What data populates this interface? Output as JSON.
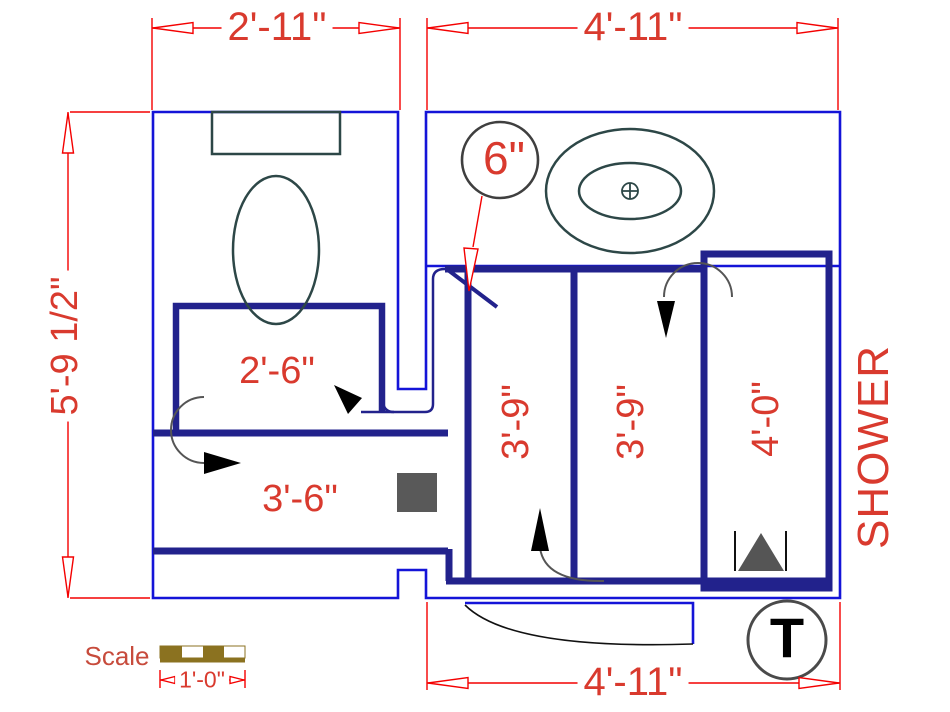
{
  "texts": {
    "dim_top_left": "2'-11\"",
    "dim_top_right": "4'-11\"",
    "dim_left": "5'-9 1/2\"",
    "dim_bottom": "4'-11\"",
    "dim_callout": "6\"",
    "dim_toilet_stall": "2'-6\"",
    "dim_hall": "3'-6\"",
    "dim_stall1": "3'-9\"",
    "dim_stall2": "3'-9\"",
    "dim_stall3": "4'-0\"",
    "label_shower": "SHOWER",
    "label_scale": "Scale",
    "dim_scale_bar": "1'-0\"",
    "label_t_symbol": "T"
  },
  "colors": {
    "outer_wall_blue": "#1414d8",
    "interior_wall_navy": "#22228c",
    "fixture_teal": "#2d4747",
    "dimension_line_red": "#f40000",
    "dimension_text_red": "#d93a2e",
    "annotation_gray": "#3f3f3f",
    "fill_dark_gray": "#595959",
    "scale_bar_brown": "#8b7220",
    "arrow_black": "#000000"
  }
}
